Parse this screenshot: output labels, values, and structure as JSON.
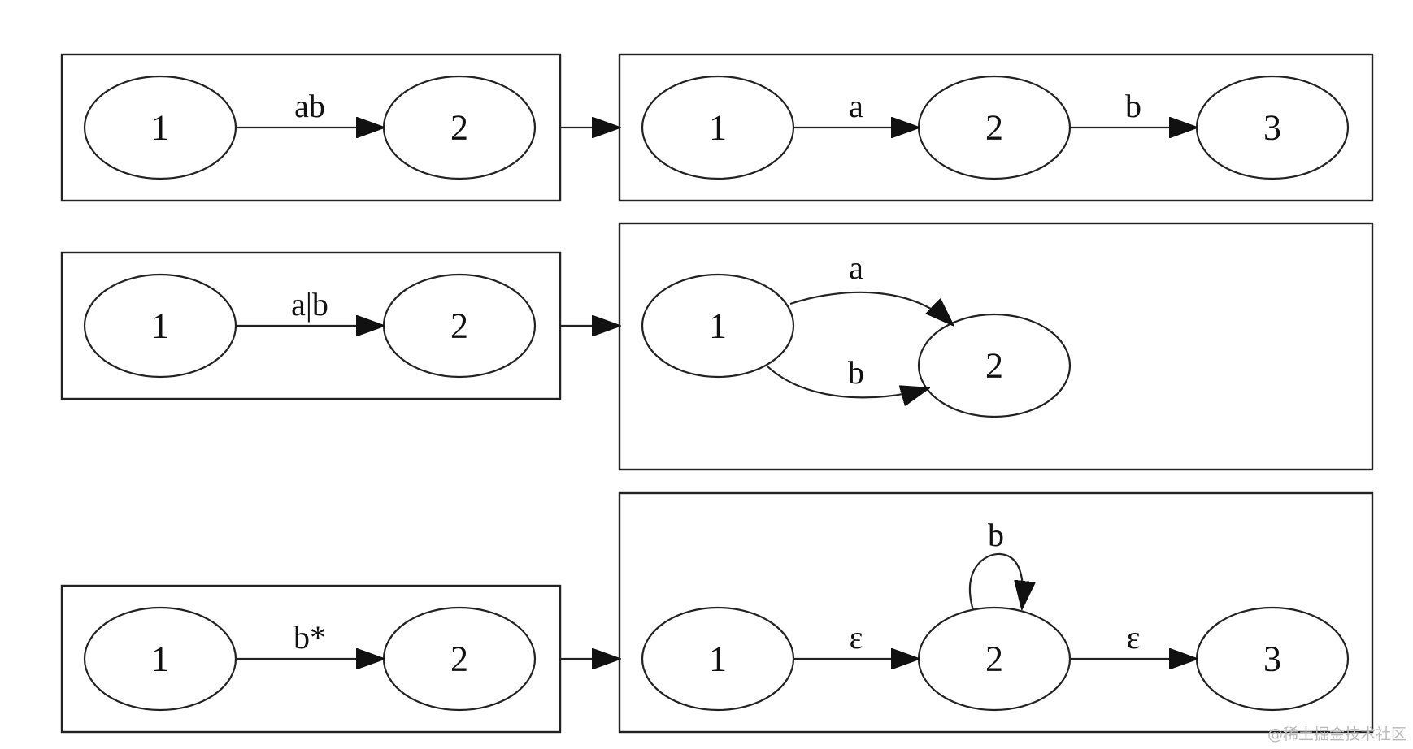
{
  "rows": [
    {
      "source": {
        "nodes": [
          "1",
          "2"
        ],
        "edge": "ab"
      },
      "result": {
        "nodes": [
          "1",
          "2",
          "3"
        ],
        "edges": [
          "a",
          "b"
        ]
      }
    },
    {
      "source": {
        "nodes": [
          "1",
          "2"
        ],
        "edge": "a|b"
      },
      "result": {
        "nodes": [
          "1",
          "2"
        ],
        "edges": [
          "a",
          "b"
        ]
      }
    },
    {
      "source": {
        "nodes": [
          "1",
          "2"
        ],
        "edge": "b*"
      },
      "result": {
        "nodes": [
          "1",
          "2",
          "3"
        ],
        "edges": [
          "ε",
          "b",
          "ε"
        ]
      }
    }
  ],
  "watermark": "@稀土掘金技术社区"
}
